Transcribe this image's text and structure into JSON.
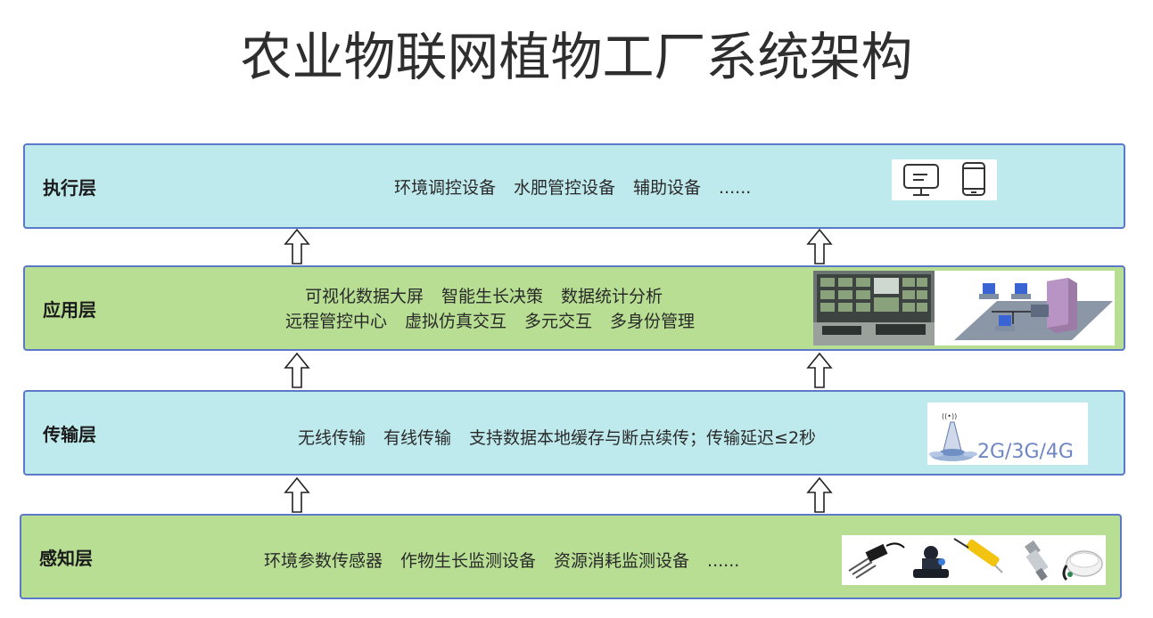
{
  "title": "农业物联网植物工厂系统架构",
  "layers": [
    {
      "name": "执行层",
      "items": [
        "环境调控设备",
        "水肥管控设备",
        "辅助设备",
        "......"
      ]
    },
    {
      "name": "应用层",
      "line1": [
        "可视化数据大屏",
        "智能生长决策",
        "数据统计分析"
      ],
      "line2": [
        "远程管控中心",
        "虚拟仿真交互",
        "多元交互",
        "多身份管理"
      ]
    },
    {
      "name": "传输层",
      "items": [
        "无线传输",
        "有线传输",
        "支持数据本地缓存与断点续传；传输延迟≤2秒"
      ],
      "badge": "2G/3G/4G"
    },
    {
      "name": "感知层",
      "items": [
        "环境参数传感器",
        "作物生长监测设备",
        "资源消耗监测设备",
        "......"
      ]
    }
  ],
  "icons": {
    "exec": [
      "monitor-icon",
      "tablet-icon"
    ],
    "app": [
      "video-wall-photo",
      "network-diagram-icon"
    ],
    "trans": [
      "signal-tower-icon"
    ],
    "sense": [
      "soil-probe-icon",
      "valve-icon",
      "sensor-probe-icon",
      "pressure-transmitter-icon",
      "weather-sensor-icon"
    ]
  },
  "colors": {
    "cyan": "#bfeaed",
    "green": "#b7de93",
    "border": "#5b79c8"
  }
}
